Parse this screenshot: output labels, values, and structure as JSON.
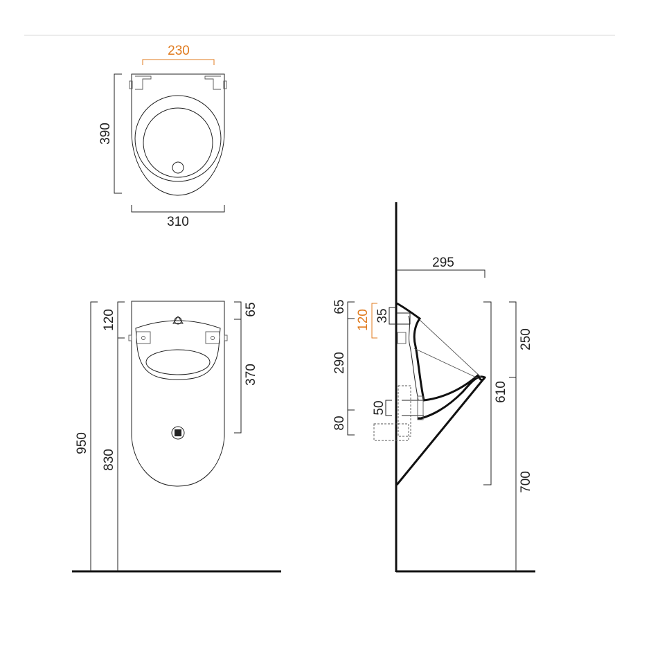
{
  "colors": {
    "line": "#222222",
    "highlight": "#e07b1f",
    "top_rule": "#e6e6e6"
  },
  "top_view": {
    "width_inner": "230",
    "width_outer": "310",
    "depth": "390"
  },
  "front_view": {
    "upper_band": "120",
    "top_offset": "65",
    "bowl_height": "370",
    "total_height": "950",
    "rim_height": "830"
  },
  "side_view": {
    "projection": "295",
    "inlet_offset": "65",
    "bracket_spacing": "120",
    "bracket_height": "35",
    "outlet_height": "290",
    "outlet_size": "50",
    "outlet_lower": "80",
    "upper_part": "250",
    "body_height": "610",
    "floor_clearance": "700"
  }
}
